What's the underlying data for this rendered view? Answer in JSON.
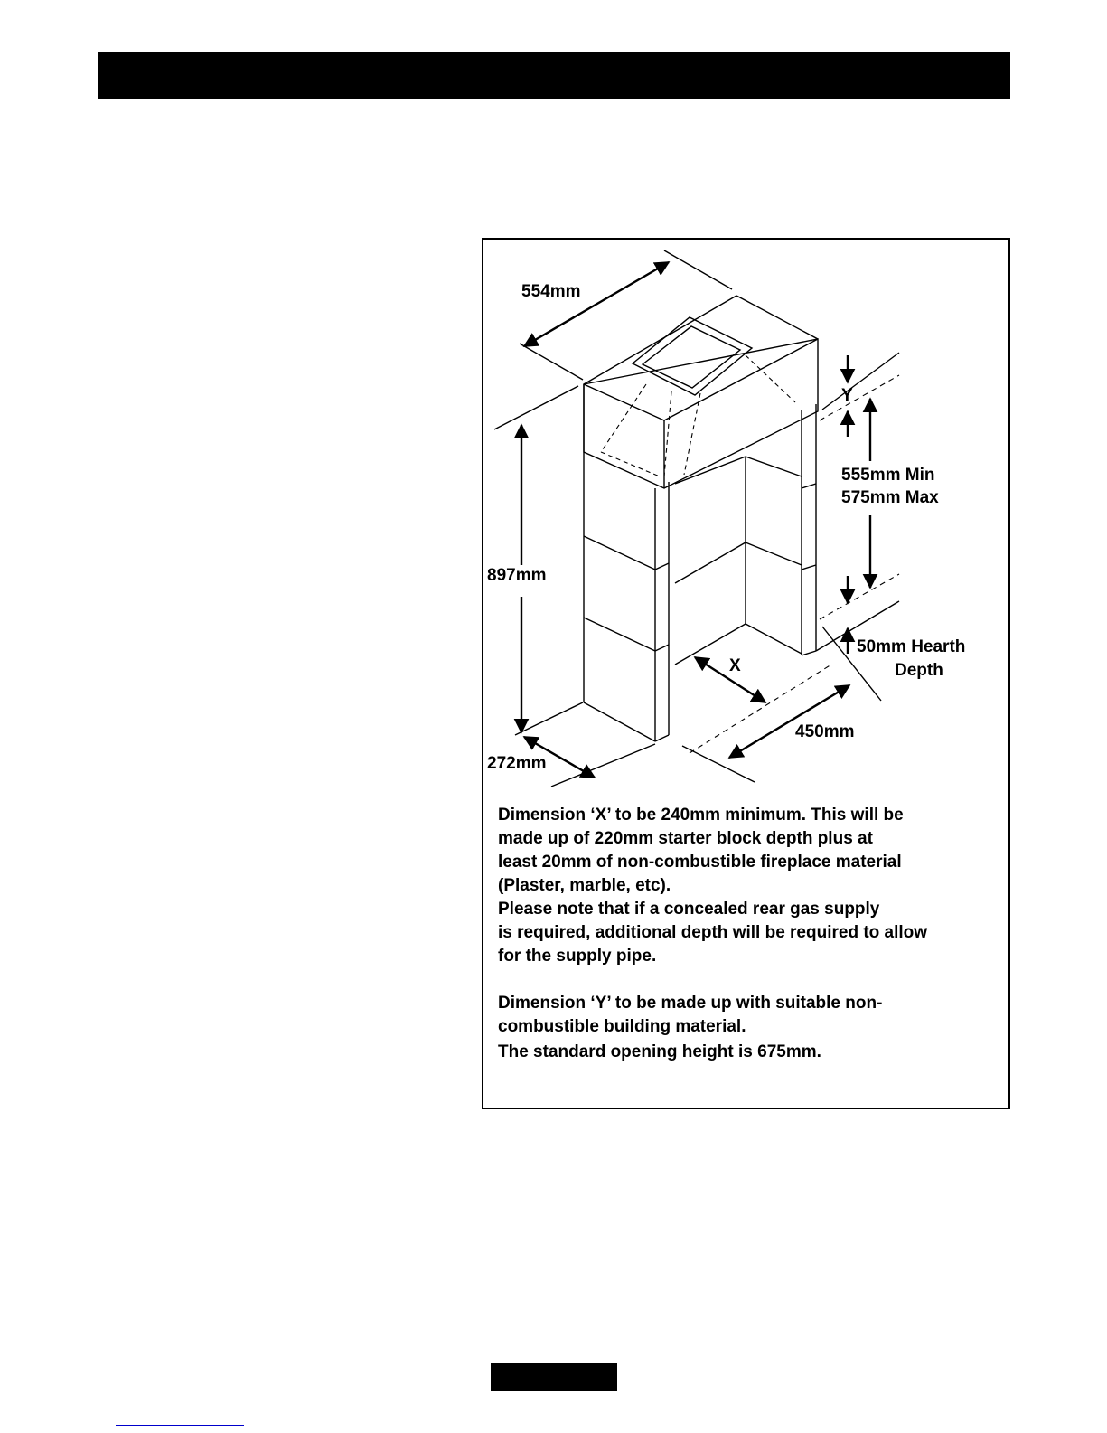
{
  "diagram": {
    "dimensions": {
      "width_top": "554mm",
      "height": "897mm",
      "depth_side": "272mm",
      "front_depth": "450mm",
      "x_label": "X",
      "y_label": "Y",
      "opening_min": "555mm Min",
      "opening_max": "575mm Max",
      "hearth_line1": "50mm Hearth",
      "hearth_line2": "Depth"
    },
    "notes": {
      "x_note": [
        "Dimension ‘X’ to be 240mm minimum. This will be",
        "made up of 220mm starter block depth plus at",
        "least 20mm of non-combustible fireplace material",
        "(Plaster, marble, etc).",
        "Please note that if a concealed rear gas supply",
        "is required, additional depth will be required to allow",
        "for the supply pipe."
      ],
      "y_note": [
        "Dimension ‘Y’ to be made up with suitable non-",
        "combustible building material.",
        "The standard opening height is 675mm."
      ]
    }
  }
}
